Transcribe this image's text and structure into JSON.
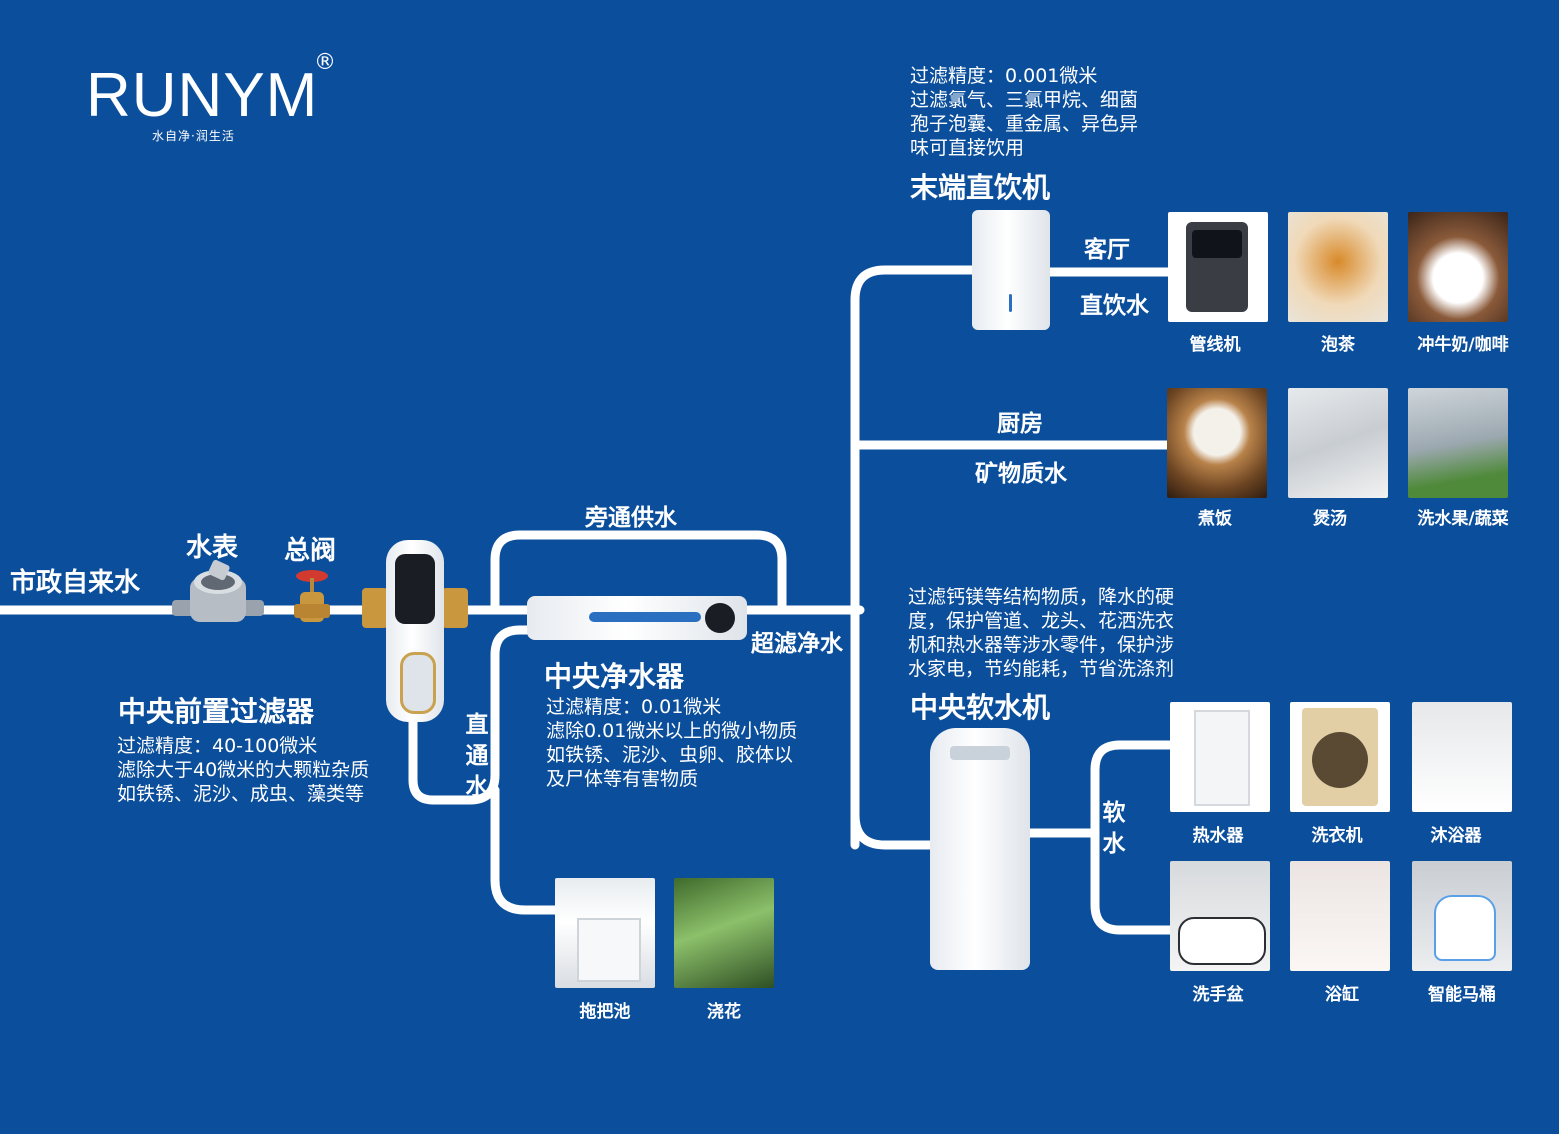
{
  "brand": {
    "name": "RUNYM",
    "registered": "®",
    "slogan": "水自净·润生活"
  },
  "labels": {
    "municipal": "市政自来水",
    "meter": "水表",
    "valve": "总阀",
    "bypass": "旁通供水",
    "ultra": "超滤净水",
    "direct_flow": [
      "直",
      "通",
      "水"
    ],
    "living_room": "客厅",
    "drinking_water": "直饮水",
    "kitchen": "厨房",
    "mineral_water": "矿物质水",
    "soft_water": [
      "软",
      "水"
    ]
  },
  "prefilter": {
    "title": "中央前置过滤器",
    "lines": [
      "过滤精度：40-100微米",
      "滤除大于40微米的大颗粒杂质",
      "如铁锈、泥沙、成虫、藻类等"
    ]
  },
  "purifier": {
    "title": "中央净水器",
    "lines": [
      "过滤精度：0.01微米",
      "滤除0.01微米以上的微小物质",
      "如铁锈、泥沙、虫卵、胶体以",
      "及尸体等有害物质"
    ]
  },
  "terminal": {
    "title": "末端直饮机",
    "lines": [
      "过滤精度：0.001微米",
      "过滤氯气、三氯甲烷、细菌",
      "孢子泡囊、重金属、异色异",
      "味可直接饮用"
    ]
  },
  "softener": {
    "title": "中央软水机",
    "lines": [
      "过滤钙镁等结构物质，降水的硬",
      "度，保护管道、龙头、花洒洗衣",
      "机和热水器等涉水零件，保护涉",
      "水家电，节约能耗，节省洗涤剂"
    ]
  },
  "drinking_apps": [
    "管线机",
    "泡茶",
    "冲牛奶/咖啡"
  ],
  "kitchen_apps": [
    "煮饭",
    "煲汤",
    "洗水果/蔬菜"
  ],
  "direct_apps": [
    "拖把池",
    "浇花"
  ],
  "soft_apps_row1": [
    "热水器",
    "洗衣机",
    "沐浴器"
  ],
  "soft_apps_row2": [
    "洗手盆",
    "浴缸",
    "智能马桶"
  ],
  "colors": {
    "background": "#0b4f9c",
    "pipe": "#ffffff",
    "text": "#ffffff"
  }
}
